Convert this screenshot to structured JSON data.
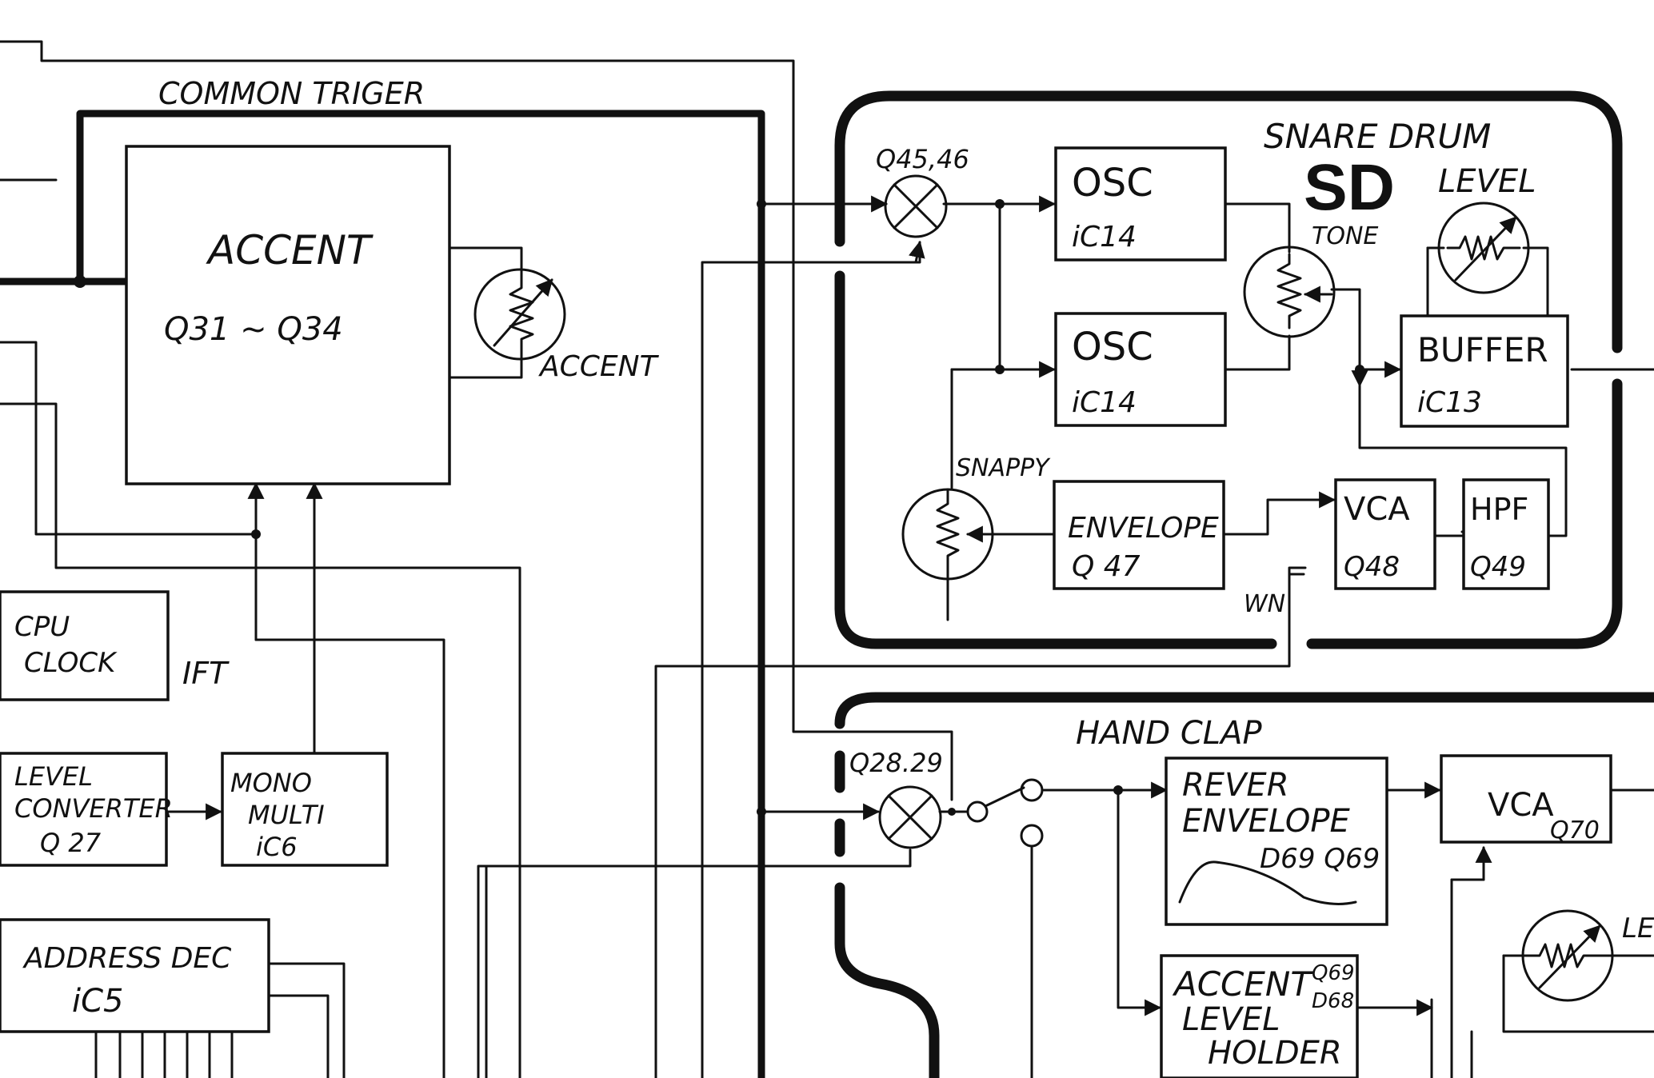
{
  "labels": {
    "common_trigger": "COMMON TRIGER",
    "snare_drum": "SNARE DRUM",
    "sd": "SD",
    "tone": "TONE",
    "sd_level": "LEVEL",
    "snappy": "SNAPPY",
    "wn": "WN",
    "hand_clap": "HAND CLAP",
    "accent_pot": "ACCENT",
    "ift": "IFT",
    "hc_level": "LE"
  },
  "transistor_labels": {
    "q45_46": "Q45,46",
    "q28_29": "Q28.29"
  },
  "blocks": {
    "accent": {
      "line1": "ACCENT",
      "line2": "Q31 ~ Q34"
    },
    "cpu_clock": {
      "line1": "CPU",
      "line2": "CLOCK"
    },
    "level_converter": {
      "line1": "LEVEL",
      "line2": "CONVERTER",
      "line3": "Q 27"
    },
    "mono_multi": {
      "line1": "MONO",
      "line2": "MULTI",
      "line3": "iC6"
    },
    "address_dec": {
      "line1": "ADDRESS DEC",
      "line2": "iC5"
    },
    "osc1": {
      "line1": "OSC",
      "line2": "iC14"
    },
    "osc2": {
      "line1": "OSC",
      "line2": "iC14"
    },
    "buffer": {
      "line1": "BUFFER",
      "line2": "iC13"
    },
    "envelope": {
      "line1": "ENVELOPE",
      "line2": "Q 47"
    },
    "vca_sd": {
      "line1": "VCA",
      "line2": "Q48"
    },
    "hpf": {
      "line1": "HPF",
      "line2": "Q49"
    },
    "rever_envelope": {
      "line1": "REVER",
      "line2": "ENVELOPE",
      "line3": "D69 Q69"
    },
    "vca_hc": {
      "line1": "VCA",
      "line2": "Q70"
    },
    "accent_level_holder": {
      "line1": "ACCENT",
      "line2": "LEVEL",
      "line3": "HOLDER",
      "tag1": "Q69",
      "tag2": "D68"
    }
  }
}
